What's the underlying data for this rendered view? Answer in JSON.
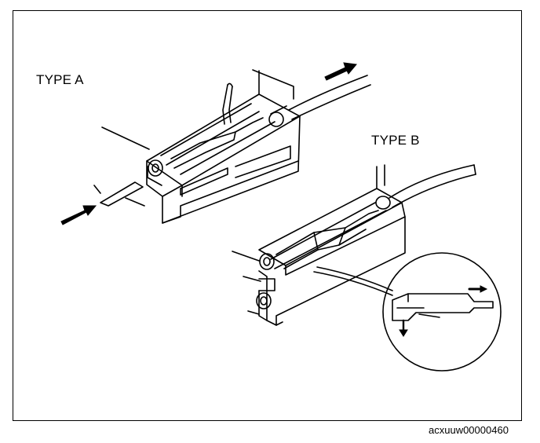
{
  "labels": {
    "type_a": "TYPE A",
    "type_b": "TYPE B"
  },
  "figure_code": "acxuuw00000460",
  "colors": {
    "line": "#000000",
    "background": "#ffffff"
  }
}
